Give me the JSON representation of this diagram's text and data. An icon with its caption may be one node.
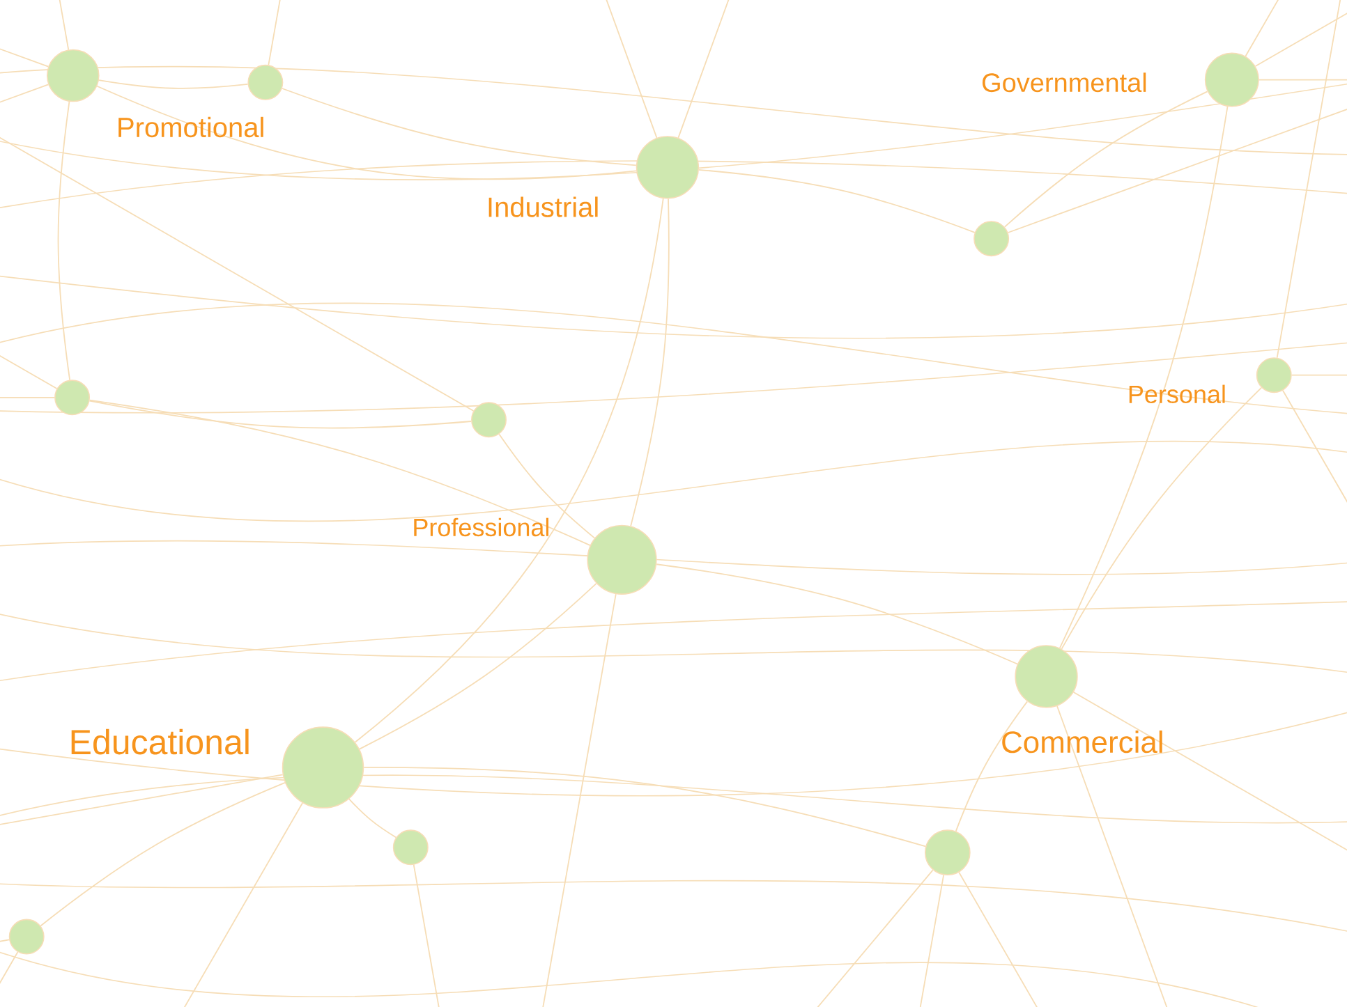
{
  "diagram": {
    "nodes": [
      {
        "text": [],
        "shape": "circle"
      },
      {
        "text": [],
        "shape": "circle",
        "beside": [
          "Promotional"
        ]
      },
      {
        "text": [],
        "shape": "circle",
        "beside": [
          "Industrial"
        ]
      },
      {
        "text": [],
        "shape": "circle",
        "beside": [
          "Governmental"
        ]
      },
      {
        "text": [],
        "shape": "circle"
      },
      {
        "text": [],
        "shape": "circle"
      },
      {
        "text": [],
        "shape": "circle",
        "beside": [
          "Personal"
        ]
      },
      {
        "text": [],
        "shape": "circle"
      },
      {
        "text": [],
        "shape": "circle",
        "beside": [
          "Professional"
        ]
      },
      {
        "text": [],
        "shape": "circle",
        "beside": [
          "Commercial"
        ]
      },
      {
        "text": [],
        "shape": "circle",
        "beside": [
          "Educational"
        ]
      },
      {
        "text": [],
        "shape": "circle"
      },
      {
        "text": [],
        "shape": "circle"
      },
      {
        "text": [],
        "shape": "circle"
      }
    ],
    "edges": [
      {
        "from": 0,
        "to": 1,
        "arrow": "none"
      },
      {
        "from": 0,
        "to": 2,
        "arrow": "none"
      },
      {
        "from": 1,
        "to": 2,
        "arrow": "none"
      },
      {
        "from": 2,
        "to": 4,
        "arrow": "none"
      },
      {
        "from": 3,
        "to": 4,
        "arrow": "none"
      },
      {
        "from": 3,
        "to": 9,
        "arrow": "none"
      },
      {
        "from": 6,
        "to": 9,
        "arrow": "none"
      },
      {
        "from": 2,
        "to": 8,
        "arrow": "none"
      },
      {
        "from": 5,
        "to": 7,
        "arrow": "none"
      },
      {
        "from": 5,
        "to": 8,
        "arrow": "none"
      },
      {
        "from": 7,
        "to": 8,
        "arrow": "none"
      },
      {
        "from": 8,
        "to": 9,
        "arrow": "none"
      },
      {
        "from": 10,
        "to": 8,
        "arrow": "none"
      },
      {
        "from": 10,
        "to": 2,
        "arrow": "none"
      },
      {
        "from": 10,
        "to": 11,
        "arrow": "none"
      },
      {
        "from": 12,
        "to": 9,
        "arrow": "none"
      },
      {
        "from": 12,
        "to": 10,
        "arrow": "none"
      },
      {
        "from": 13,
        "to": 10,
        "arrow": "none"
      },
      {
        "from": 0,
        "to": 5,
        "arrow": "none"
      },
      {
        "from": 0,
        "to": null,
        "arrow": "none"
      },
      {
        "from": 0,
        "to": null,
        "arrow": "none"
      },
      {
        "from": 0,
        "to": null,
        "arrow": "none"
      },
      {
        "from": 1,
        "to": null,
        "arrow": "none"
      },
      {
        "from": 2,
        "to": null,
        "arrow": "none"
      },
      {
        "from": 2,
        "to": null,
        "arrow": "none"
      },
      {
        "from": 3,
        "to": null,
        "arrow": "none"
      },
      {
        "from": 3,
        "to": null,
        "arrow": "none"
      },
      {
        "from": 3,
        "to": null,
        "arrow": "none"
      },
      {
        "from": 4,
        "to": null,
        "arrow": "none"
      },
      {
        "from": 5,
        "to": null,
        "arrow": "none"
      },
      {
        "from": 5,
        "to": null,
        "arrow": "none"
      },
      {
        "from": 6,
        "to": null,
        "arrow": "none"
      },
      {
        "from": 6,
        "to": null,
        "arrow": "none"
      },
      {
        "from": 6,
        "to": null,
        "arrow": "none"
      },
      {
        "from": 7,
        "to": null,
        "arrow": "none"
      },
      {
        "from": 8,
        "to": null,
        "arrow": "none"
      },
      {
        "from": 9,
        "to": null,
        "arrow": "none"
      },
      {
        "from": 9,
        "to": null,
        "arrow": "none"
      },
      {
        "from": 10,
        "to": null,
        "arrow": "none"
      },
      {
        "from": 10,
        "to": null,
        "arrow": "none"
      },
      {
        "from": 11,
        "to": null,
        "arrow": "none"
      },
      {
        "from": 12,
        "to": null,
        "arrow": "none"
      },
      {
        "from": 12,
        "to": null,
        "arrow": "none"
      },
      {
        "from": 12,
        "to": null,
        "arrow": "none"
      },
      {
        "from": 13,
        "to": null,
        "arrow": "none"
      },
      {
        "from": 13,
        "to": null,
        "arrow": "none"
      }
    ]
  }
}
